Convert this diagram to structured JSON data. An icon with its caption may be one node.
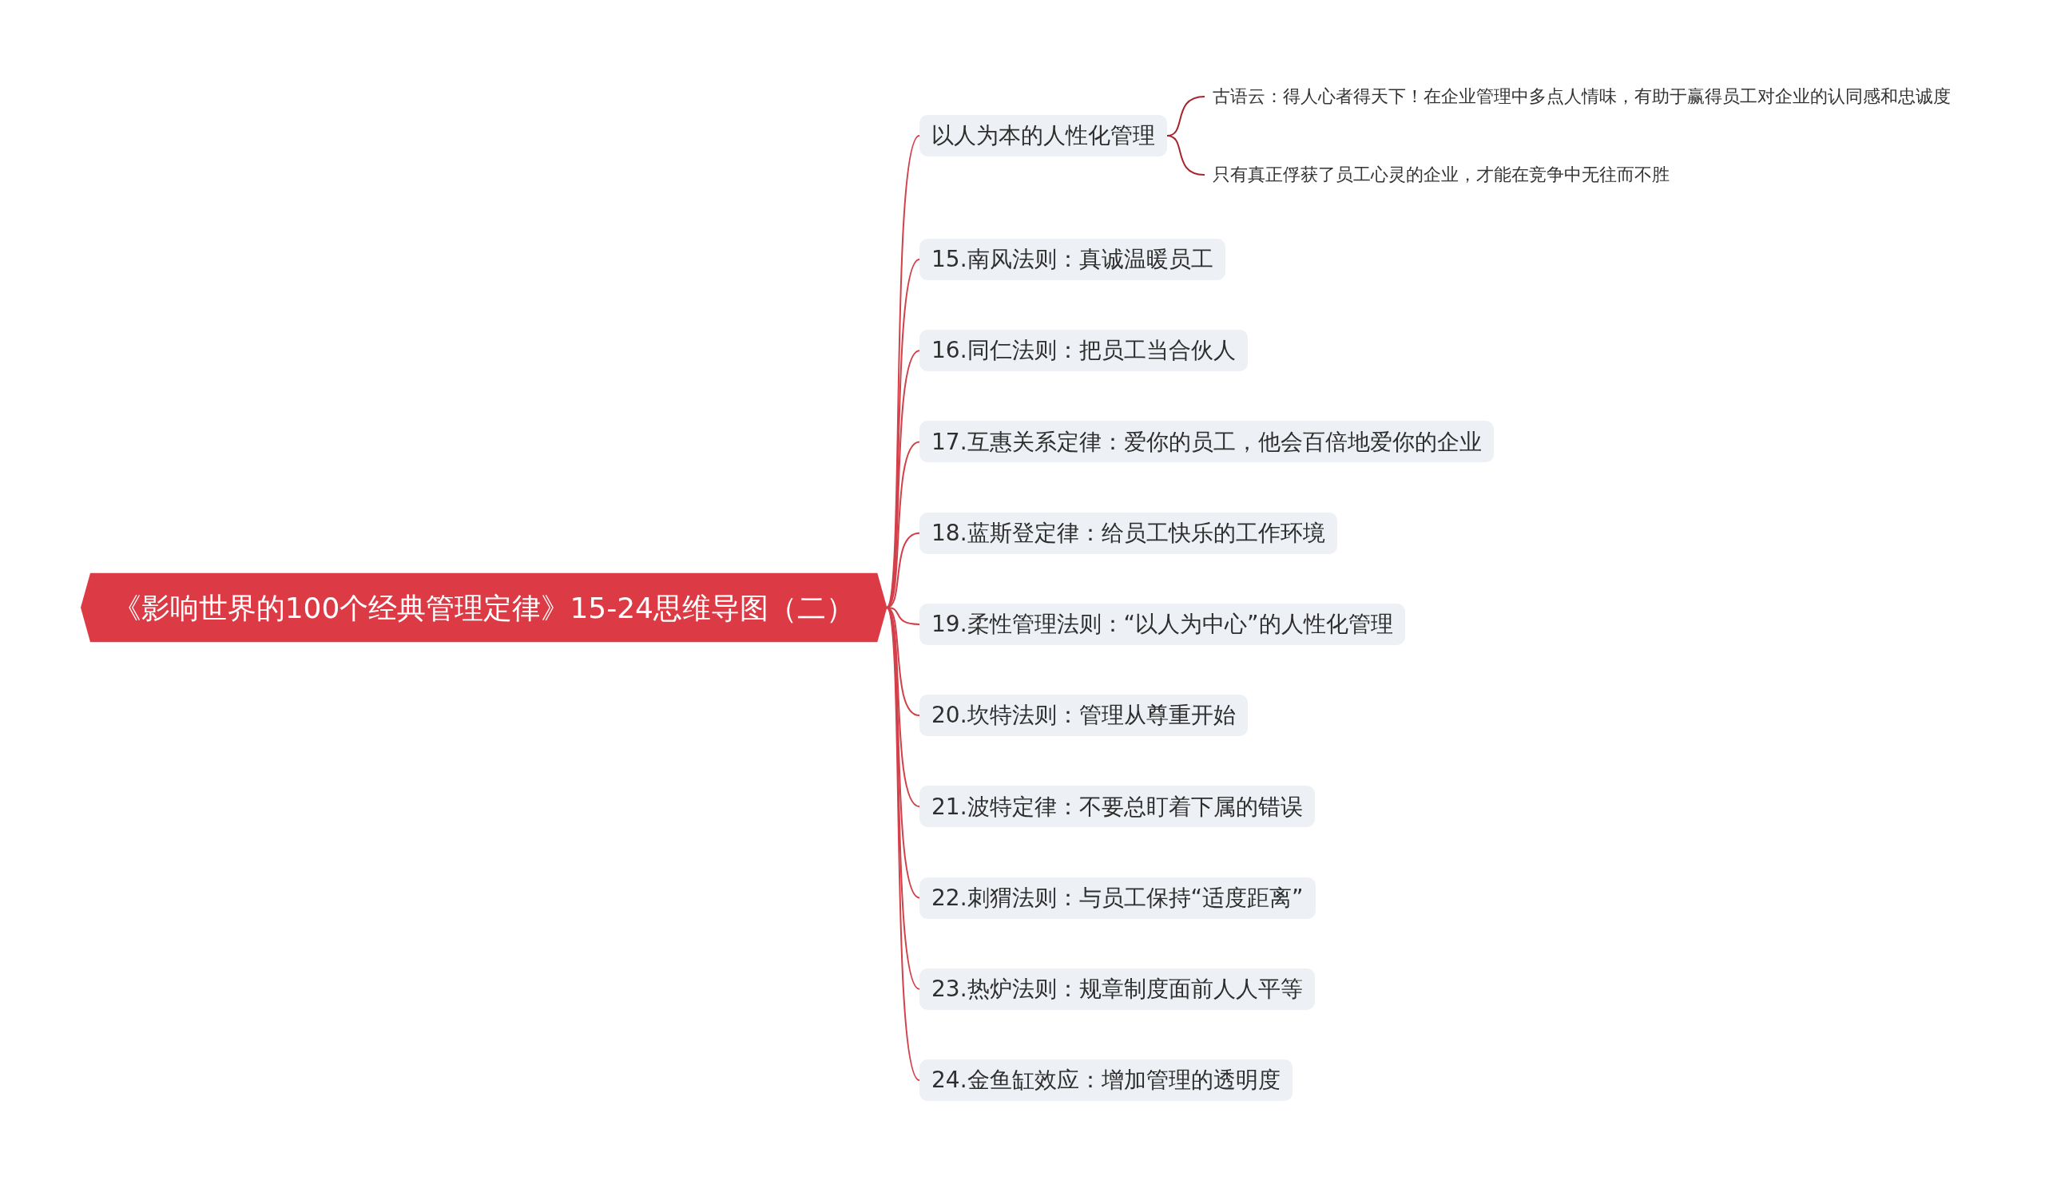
{
  "diagram": {
    "nodes": [
      {
        "text": [
          "《影响世界的100个经典管理定律》15-24思维导图（二）"
        ]
      },
      {
        "text": [
          "以人为本的人性化管理"
        ]
      },
      {
        "text": [
          "古语云：得人心者得天下！在企业管理中多点人情味，有助于赢得员工对企业的认同感和忠诚度"
        ]
      },
      {
        "text": [
          "只有真正俘获了员工心灵的企业，才能在竞争中无往而不胜"
        ]
      },
      {
        "text": [
          "15.南风法则：真诚温暖员工"
        ]
      },
      {
        "text": [
          "16.同仁法则：把员工当合伙人"
        ]
      },
      {
        "text": [
          "17.互惠关系定律：爱你的员工，他会百倍地爱你的企业"
        ]
      },
      {
        "text": [
          "18.蓝斯登定律：给员工快乐的工作环境"
        ]
      },
      {
        "text": [
          "19.柔性管理法则：“以人为中心”的人性化管理"
        ]
      },
      {
        "text": [
          "20.坎特法则：管理从尊重开始"
        ]
      },
      {
        "text": [
          "21.波特定律：不要总盯着下属的错误"
        ]
      },
      {
        "text": [
          "22.刺猬法则：与员工保持“适度距离”"
        ]
      },
      {
        "text": [
          "23.热炉法则：规章制度面前人人平等"
        ]
      },
      {
        "text": [
          "24.金鱼缸效应：增加管理的透明度"
        ]
      }
    ],
    "edges": [
      {
        "from": 0,
        "to": 1,
        "arrow": "none"
      },
      {
        "from": 1,
        "to": 2,
        "arrow": "none",
        "color": "#a3262e"
      },
      {
        "from": 1,
        "to": 3,
        "arrow": "none",
        "color": "#a3262e"
      },
      {
        "from": 0,
        "to": 4,
        "arrow": "none"
      },
      {
        "from": 0,
        "to": 5,
        "arrow": "none"
      },
      {
        "from": 0,
        "to": 6,
        "arrow": "none"
      },
      {
        "from": 0,
        "to": 7,
        "arrow": "none"
      },
      {
        "from": 0,
        "to": 8,
        "arrow": "none"
      },
      {
        "from": 0,
        "to": 9,
        "arrow": "none"
      },
      {
        "from": 0,
        "to": 10,
        "arrow": "none"
      },
      {
        "from": 0,
        "to": 11,
        "arrow": "none"
      },
      {
        "from": 0,
        "to": 12,
        "arrow": "none"
      },
      {
        "from": 0,
        "to": 13,
        "arrow": "none"
      }
    ]
  }
}
